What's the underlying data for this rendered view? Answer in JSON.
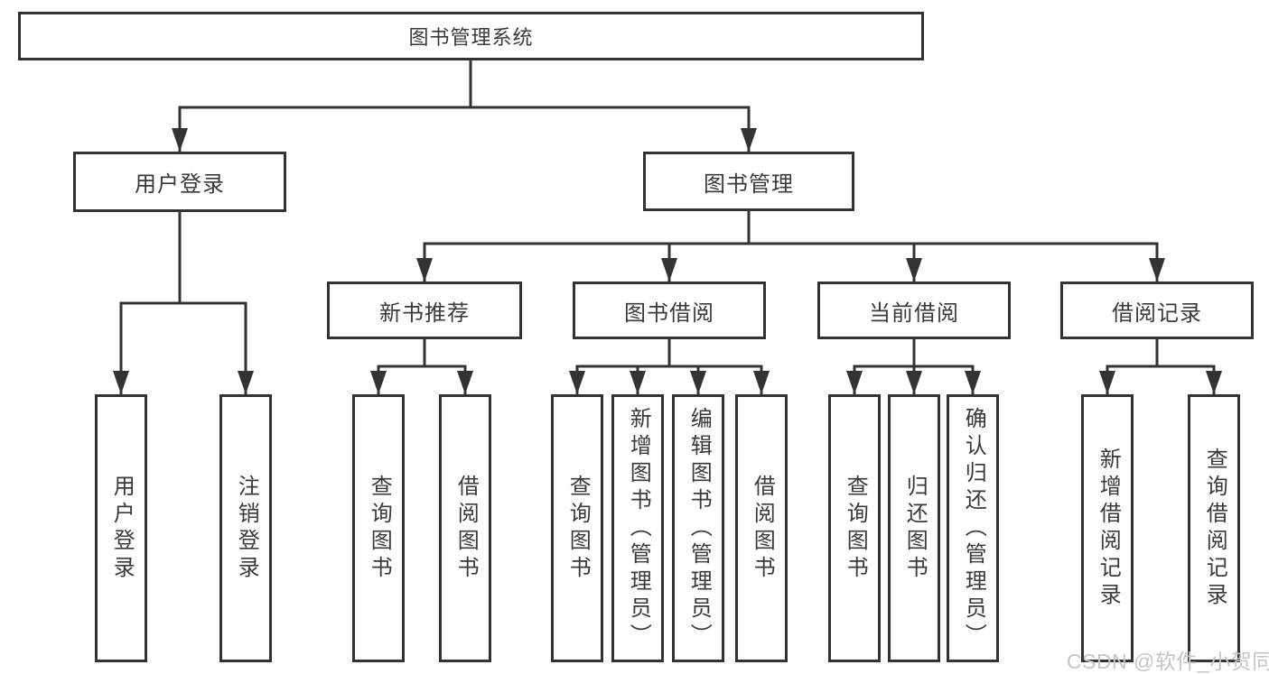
{
  "diagram_title": "图书管理系统",
  "tree": {
    "root": {
      "label": "图书管理系统",
      "children": [
        {
          "label": "用户登录",
          "children": [
            {
              "label": "用户登录"
            },
            {
              "label": "注销登录"
            }
          ]
        },
        {
          "label": "图书管理",
          "children": [
            {
              "label": "新书推荐",
              "children": [
                {
                  "label": "查询图书"
                },
                {
                  "label": "借阅图书"
                }
              ]
            },
            {
              "label": "图书借阅",
              "children": [
                {
                  "label": "查询图书"
                },
                {
                  "label": "新增图书（管理员）"
                },
                {
                  "label": "编辑图书（管理员）"
                },
                {
                  "label": "借阅图书"
                }
              ]
            },
            {
              "label": "当前借阅",
              "children": [
                {
                  "label": "查询图书"
                },
                {
                  "label": "归还图书"
                },
                {
                  "label": "确认归还（管理员）"
                }
              ]
            },
            {
              "label": "借阅记录",
              "children": [
                {
                  "label": "新增借阅记录"
                },
                {
                  "label": "查询借阅记录"
                }
              ]
            }
          ]
        }
      ]
    }
  },
  "watermark": {
    "text": "CSDN @软件_小贺同学"
  },
  "colors": {
    "line": "#333333",
    "text": "#3a3a3a",
    "watermark": "#c5c5c5",
    "background": "#ffffff"
  }
}
